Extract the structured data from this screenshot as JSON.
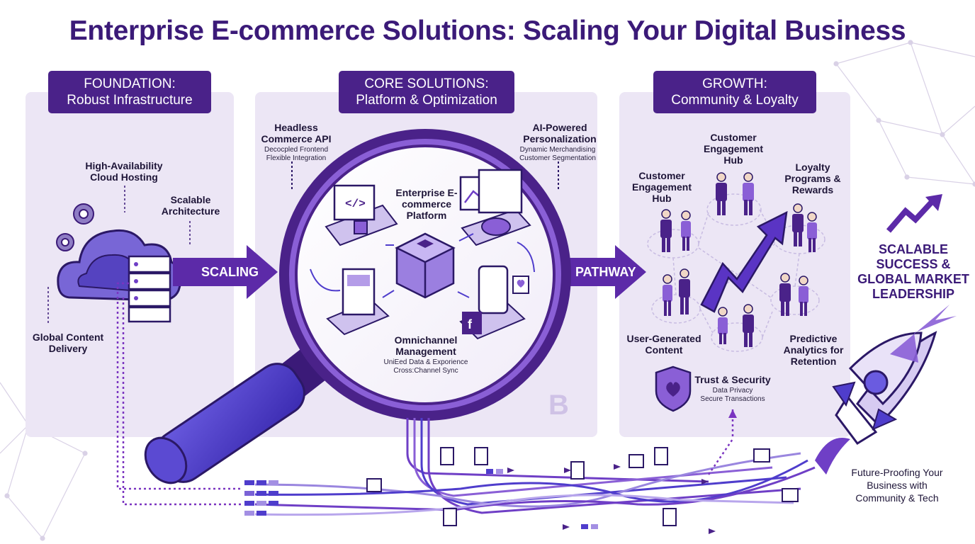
{
  "title": "Enterprise E-commerce Solutions: Scaling Your Digital Business",
  "colors": {
    "primary": "#4a2289",
    "accent": "#6f3fc6",
    "light": "#ece6f5",
    "blue": "#4f3dcc"
  },
  "foundation": {
    "heading_line1": "FOUNDATION:",
    "heading_line2": "Robust Infrastructure",
    "hosting": "High-Availability Cloud Hosting",
    "architecture": "Scalable Architecture",
    "delivery": "Global Content Delivery"
  },
  "core": {
    "heading_line1": "CORE SOLUTIONS:",
    "heading_line2": "Platform & Optimization",
    "headless_title": "Headless Commerce API",
    "headless_sub1": "Decocpled Frontend",
    "headless_sub2": "Flexible Integration",
    "ai_title": "AI-Powered Personalization",
    "ai_sub1": "Dynamic Merchandising",
    "ai_sub2": "Customer Segmentation",
    "platform": "Enterprise E-commerce Platform",
    "omni_title": "Omnichannel Management",
    "omni_sub1": "UniEed Data & Exporience",
    "omni_sub2": "Cross:Channel Sync"
  },
  "growth": {
    "heading_line1": "GROWTH:",
    "heading_line2": "Community & Loyalty",
    "hub_top": "Customer Engagement Hub",
    "hub_left": "Customer Engagement Hub",
    "loyalty": "Loyalty Programs & Rewards",
    "ugc": "User-Generated Content",
    "predictive": "Predictive Analytics for Retention",
    "trust_title": "Trust & Security",
    "trust_sub1": "Data Privacy",
    "trust_sub2": "Secure Transactions"
  },
  "arrows": {
    "scaling": "SCALING",
    "pathway": "PATHWAY"
  },
  "outcome": {
    "success": "SCALABLE SUCCESS & GLOBAL MARKET LEADERSHIP",
    "future": "Future-Proofing Your Business with Community & Tech"
  },
  "icons": [
    "gear-icon",
    "cloud-icon",
    "server-icon",
    "magnifier-icon",
    "code-window-icon",
    "analytics-icon",
    "cube-icon",
    "mobile-icon",
    "shopping-icon",
    "shield-heart-icon",
    "growth-arrow-icon",
    "rocket-icon",
    "people-icon"
  ]
}
